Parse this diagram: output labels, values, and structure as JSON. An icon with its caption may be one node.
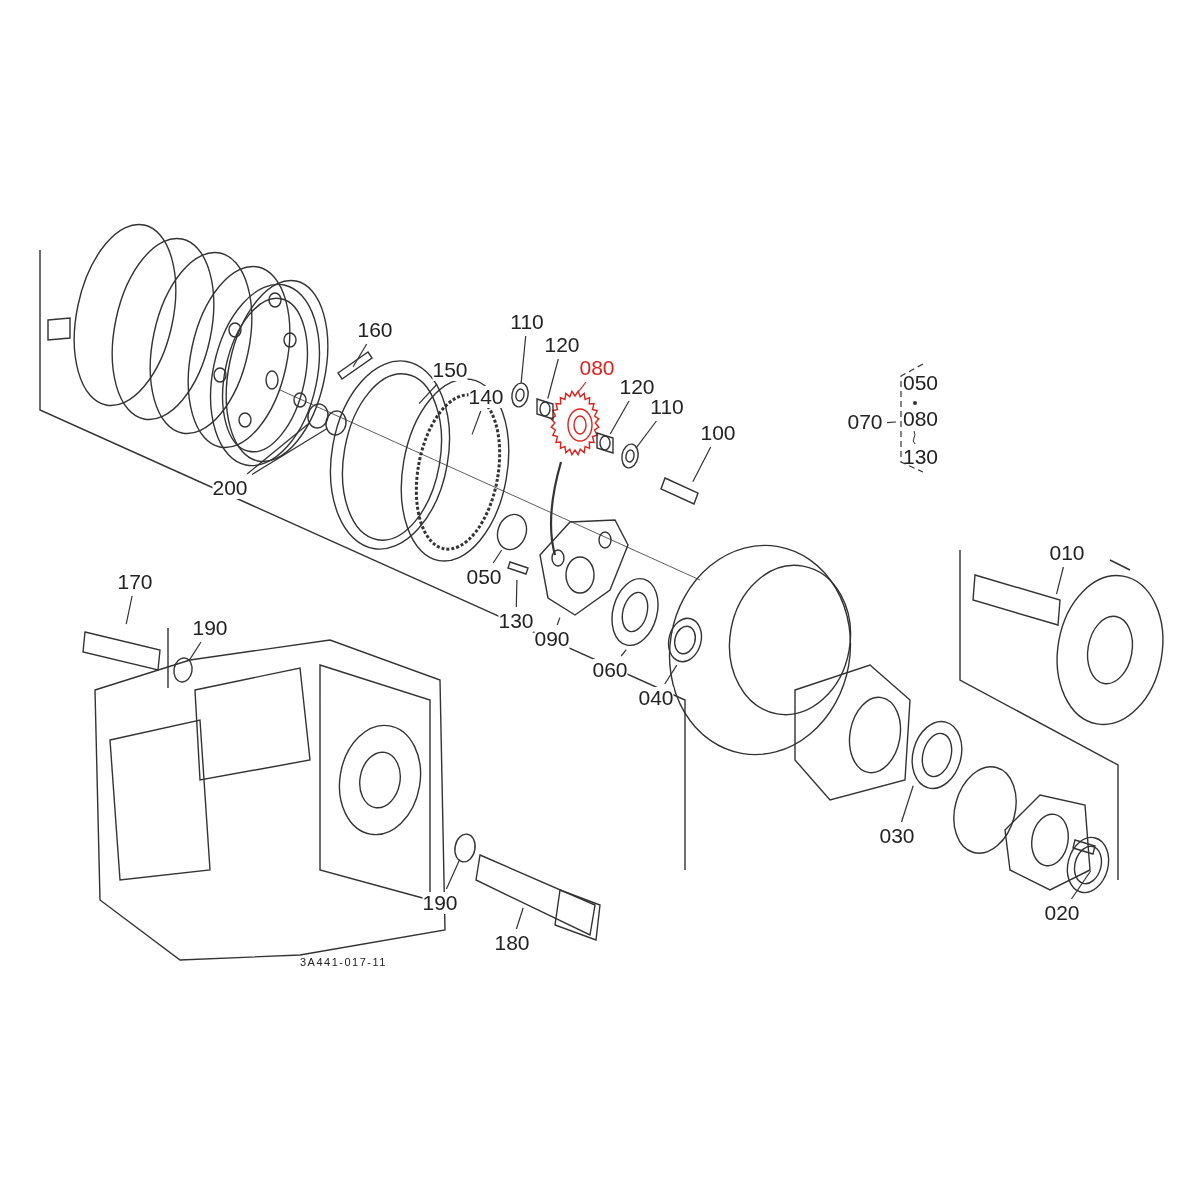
{
  "diagram": {
    "nodes": [
      {
        "text": [
          "160"
        ]
      },
      {
        "text": [
          "150"
        ]
      },
      {
        "text": [
          "140"
        ]
      },
      {
        "text": [
          "110"
        ]
      },
      {
        "text": [
          "120"
        ]
      },
      {
        "text": [
          "080"
        ]
      },
      {
        "text": [
          "120"
        ]
      },
      {
        "text": [
          "110"
        ]
      },
      {
        "text": [
          "100"
        ]
      },
      {
        "text": [
          "200"
        ]
      },
      {
        "text": [
          "070"
        ]
      },
      {
        "text": [
          "050",
          "080",
          "130"
        ]
      },
      {
        "text": [
          "010"
        ]
      },
      {
        "text": [
          "170"
        ]
      },
      {
        "text": [
          "190"
        ]
      },
      {
        "text": [
          "050"
        ]
      },
      {
        "text": [
          "130"
        ]
      },
      {
        "text": [
          "090"
        ]
      },
      {
        "text": [
          "060"
        ]
      },
      {
        "text": [
          "040"
        ]
      },
      {
        "text": [
          "030"
        ]
      },
      {
        "text": [
          "020"
        ]
      },
      {
        "text": [
          "190"
        ]
      },
      {
        "text": [
          "180"
        ]
      },
      {
        "text": [],
        "shape": "circle"
      },
      {
        "text": [],
        "shape": "cylinder"
      },
      {
        "text": [],
        "shape": "cylinder"
      },
      {
        "text": [],
        "shape": "circle"
      },
      {
        "text": [],
        "shape": "circle"
      },
      {
        "text": [],
        "shape": "circle"
      },
      {
        "text": [],
        "shape": "circle"
      },
      {
        "text": [],
        "shape": "circle"
      }
    ],
    "edges": [
      {
        "from": 0,
        "to": null,
        "arrow": "none"
      },
      {
        "from": 1,
        "to": null,
        "arrow": "none"
      },
      {
        "from": 2,
        "to": null,
        "arrow": "none"
      },
      {
        "from": 3,
        "to": 24,
        "arrow": "none"
      },
      {
        "from": 4,
        "to": 25,
        "arrow": "none"
      },
      {
        "from": 5,
        "to": null,
        "arrow": "none",
        "color": "#e0201c"
      },
      {
        "from": 6,
        "to": 26,
        "arrow": "none"
      },
      {
        "from": 7,
        "to": 27,
        "arrow": "none"
      },
      {
        "from": 8,
        "to": null,
        "arrow": "none"
      },
      {
        "from": 9,
        "to": 28,
        "arrow": "none"
      },
      {
        "from": 9,
        "to": 29,
        "arrow": "none"
      },
      {
        "from": 10,
        "to": 11,
        "arrow": "none"
      },
      {
        "from": 12,
        "to": null,
        "arrow": "none"
      },
      {
        "from": 13,
        "to": null,
        "arrow": "none"
      },
      {
        "from": 14,
        "to": 30,
        "arrow": "none"
      },
      {
        "from": 15,
        "to": null,
        "arrow": "none"
      },
      {
        "from": 16,
        "to": null,
        "arrow": "none"
      },
      {
        "from": 17,
        "to": null,
        "arrow": "none"
      },
      {
        "from": 18,
        "to": null,
        "arrow": "none"
      },
      {
        "from": 19,
        "to": null,
        "arrow": "none"
      },
      {
        "from": 20,
        "to": null,
        "arrow": "none"
      },
      {
        "from": 21,
        "to": null,
        "arrow": "none"
      },
      {
        "from": 22,
        "to": 31,
        "arrow": "none"
      },
      {
        "from": 23,
        "to": null,
        "arrow": "none"
      }
    ],
    "labels": [
      "3A441-017-11"
    ]
  }
}
